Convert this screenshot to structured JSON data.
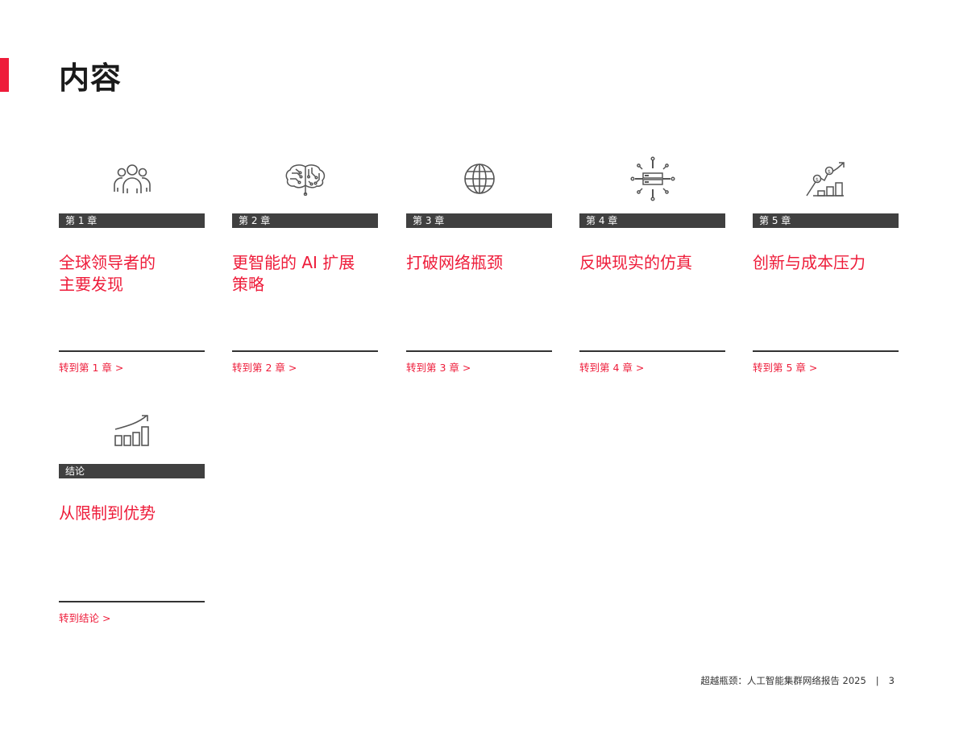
{
  "page": {
    "title": "内容",
    "accent_color": "#ee1c3a",
    "bar_color": "#404040"
  },
  "cards": [
    {
      "icon": "people-group-icon",
      "chapter": "第 1 章",
      "title": "全球领导者的\n主要发现",
      "link": "转到第 1 章 >"
    },
    {
      "icon": "brain-circuit-icon",
      "chapter": "第 2 章",
      "title": "更智能的 AI 扩展\n策略",
      "link": "转到第 2 章 >"
    },
    {
      "icon": "globe-icon",
      "chapter": "第 3 章",
      "title": "打破网络瓶颈",
      "link": "转到第 3 章 >"
    },
    {
      "icon": "server-network-icon",
      "chapter": "第 4 章",
      "title": "反映现实的仿真",
      "link": "转到第 4 章 >"
    },
    {
      "icon": "cost-growth-chart-icon",
      "chapter": "第 5 章",
      "title": "创新与成本压力",
      "link": "转到第 5 章 >"
    },
    {
      "icon": "growth-bar-chart-icon",
      "chapter": "结论",
      "title": "从限制到优势",
      "link": "转到结论 >"
    }
  ],
  "footer": {
    "report_title": "超越瓶颈：人工智能集群网络报告 2025",
    "separator": "|",
    "page_number": "3"
  }
}
